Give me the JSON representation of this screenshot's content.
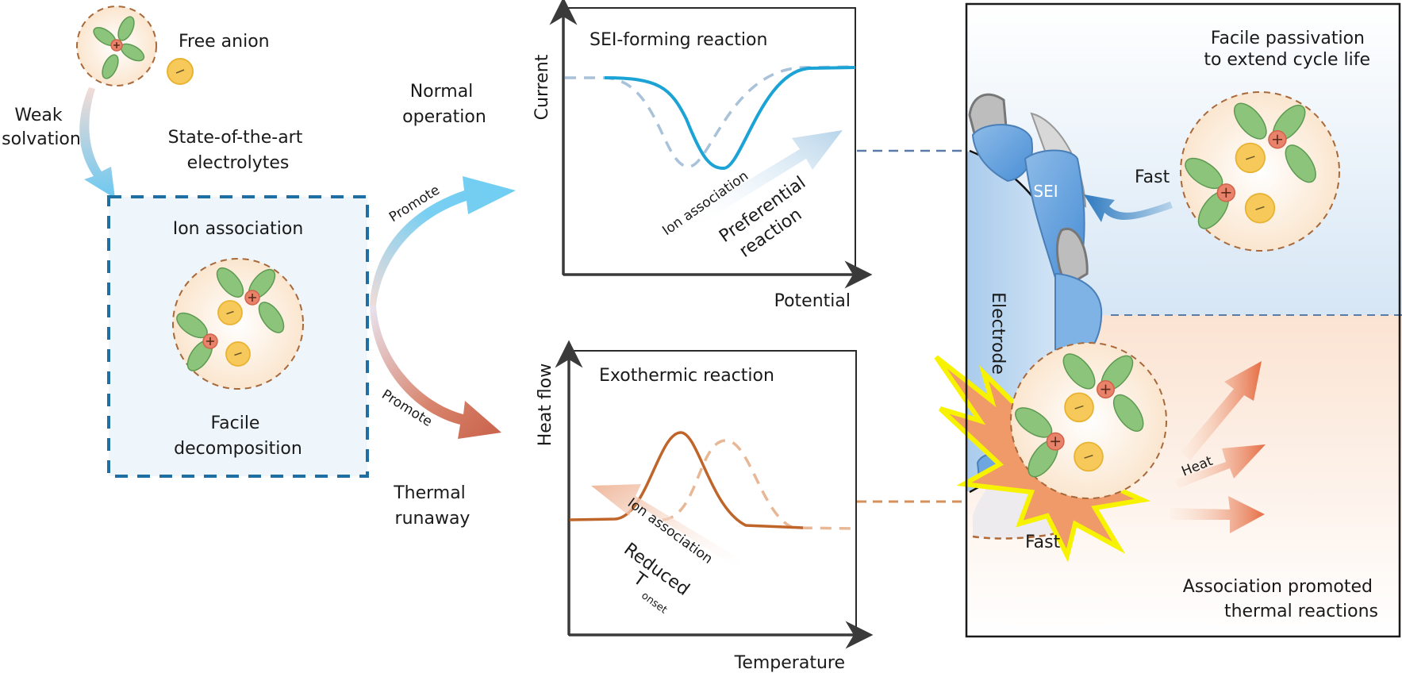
{
  "left": {
    "free_anion_label": "Free anion",
    "weak_solvation": [
      "Weak",
      "solvation"
    ],
    "state_of_art": [
      "State-of-the-art",
      "electrolytes"
    ],
    "box_title": "Ion association",
    "box_footer": [
      "Facile",
      "decomposition"
    ]
  },
  "middle": {
    "normal_operation": [
      "Normal",
      "operation"
    ],
    "thermal_runaway": [
      "Thermal",
      "runaway"
    ],
    "promote_top": "Promote",
    "promote_bottom": "Promote"
  },
  "charts": {
    "top": {
      "title": "SEI-forming reaction",
      "ylabel": "Current",
      "xlabel": "Potential",
      "arrow_label": "Ion association",
      "annotation": [
        "Preferential",
        "reaction"
      ]
    },
    "bottom": {
      "title": "Exothermic reaction",
      "ylabel": "Heat flow",
      "xlabel": "Temperature",
      "arrow_label": "Ion association",
      "annotation_main": "Reduced",
      "annotation_T": "T",
      "annotation_sub": "onset"
    }
  },
  "right": {
    "top_caption": [
      "Facile passivation",
      "to extend cycle life"
    ],
    "sei_label": "SEI",
    "fast_top": "Fast",
    "electrode_label": "Electrode",
    "heat_label": "Heat",
    "fast_bottom": "Fast",
    "bottom_caption": [
      "Association promoted",
      "thermal reactions"
    ]
  },
  "colors": {
    "box_dash": "#1f6fa3",
    "box_fill": "#eef5fb",
    "sei_curve": "#1aa3d4",
    "sei_dashed": "#a9c2d9",
    "exo_curve": "#c0652a",
    "exo_dashed": "#e8b896",
    "cation": "#e8826a",
    "anion": "#f7c95a",
    "solvent": "#8dc47c",
    "promote_blue": "#6fcdf2",
    "promote_red": "#d0705a"
  }
}
